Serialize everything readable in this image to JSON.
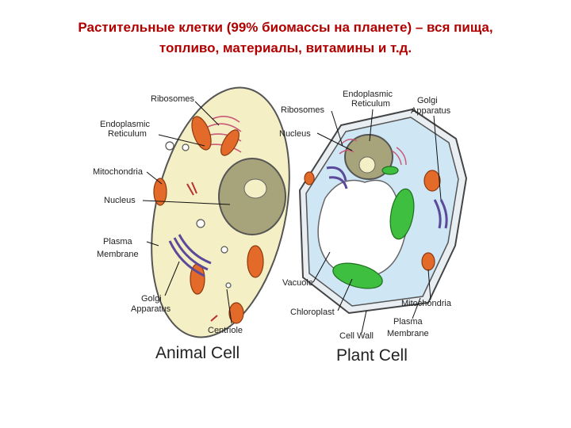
{
  "title": {
    "line1": "Растительные клетки (99% биомассы на планете) – вся пища,",
    "line2": "топливо, материалы, витамины и т.д."
  },
  "animal_cell": {
    "caption": "Animal Cell",
    "labels": {
      "ribosomes": "Ribosomes",
      "er_line1": "Endoplasmic",
      "er_line2": "Reticulum",
      "mitochondria": "Mitochondria",
      "nucleus": "Nucleus",
      "plasma_line1": "Plasma",
      "plasma_line2": "Membrane",
      "golgi_line1": "Golgi",
      "golgi_line2": "Apparatus",
      "centriole": "Centriole"
    }
  },
  "plant_cell": {
    "caption": "Plant Cell",
    "labels": {
      "er_line1": "Endoplasmic",
      "er_line2": "Reticulum",
      "golgi_line1": "Golgi",
      "golgi_line2": "Apparatus",
      "ribosomes": "Ribosomes",
      "nucleus": "Nucleus",
      "vacuole": "Vacuole",
      "chloroplast": "Chloroplast",
      "mitochondria": "Mitochondria",
      "plasma_line1": "Plasma",
      "plasma_line2": "Membrane",
      "cell_wall": "Cell Wall"
    }
  },
  "colors": {
    "title": "#b00000",
    "animal_cytoplasm": "#f4efc4",
    "plant_cytoplasm": "#cfe6f5",
    "cell_wall": "#e9eef2",
    "nucleus": "#a7a37a",
    "mitochondria": "#e46a2a",
    "chloroplast": "#3fbf3f",
    "golgi": "#5b4a9a",
    "er": "#c85a78"
  }
}
